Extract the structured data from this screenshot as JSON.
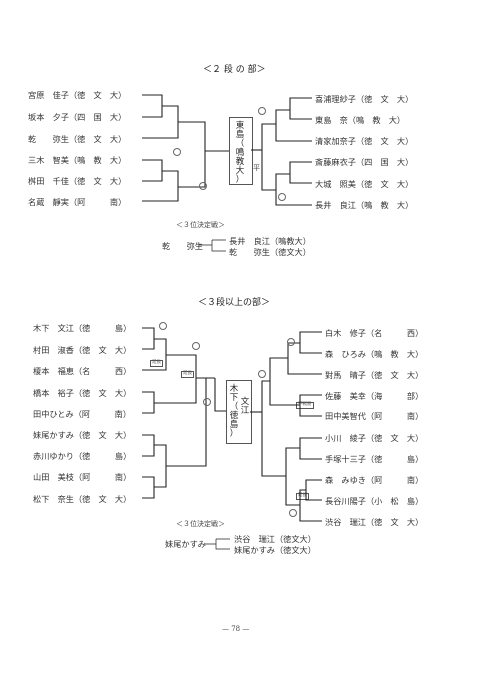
{
  "section_2dan": {
    "title": "＜２ 段 の 部＞",
    "left": [
      "宮原　佳子（徳　文　大）",
      "坂本　夕子（四　国　大）",
      "乾　　弥生（徳　文　大）",
      "三木　智美（鳴　教　大）",
      "桝田　千佳（徳　文　大）",
      "名蔵　靜実（阿　　　南）"
    ],
    "right": [
      "喜浦理紗子（徳　文　大）",
      "東島　奈（鳴　教　大）",
      "清家加奈子（徳　文　大）",
      "斎藤麻衣子（四　国　大）",
      "大城　照美（徳　文　大）",
      "長井　良江（鳴　教　大）"
    ],
    "champion": [
      "東",
      "島",
      "（",
      "鳴",
      "教",
      "大",
      "）"
    ],
    "champion_extra": "平",
    "third_place": {
      "label": "＜３位決定戦＞",
      "left_name": "乾　　弥生",
      "right_line1": "長井　良江（鳴教大）",
      "right_line2": "乾　　弥生（徳文大）"
    }
  },
  "section_3dan": {
    "title": "＜３段以上の部＞",
    "left": [
      "木下　文江（徳　　　島）",
      "村田　淑香（徳　文　大）",
      "榎本　福恵（名　　　西）",
      "橋本　裕子（徳　文　大）",
      "田中ひとみ（阿　　　南）",
      "妹尾かすみ（徳　文　大）",
      "赤川ゆかり（徳　　　島）",
      "山田　美枝（阿　　　南）",
      "松下　奈生（徳　文　大）"
    ],
    "right": [
      "白木　修子（名　　　西）",
      "森　ひろみ（鳴　教　大）",
      "對馬　晴子（徳　文　大）",
      "佐藤　美幸（海　　　部）",
      "田中美智代（阿　　　南）",
      "小川　綾子（徳　文　大）",
      "手塚十三子（徳　　　島）",
      "森　みゆき（阿　　　南）",
      "長谷川陽子（小　松　島）",
      "渋谷　瑞江（徳　文　大）"
    ],
    "champion_left": [
      "木",
      "下",
      "（",
      "徳",
      "島",
      "）"
    ],
    "champion_right": [
      "文",
      "江"
    ],
    "annotations": {
      "left_small_1": "延長",
      "left_small_2": "延長",
      "right_small_1": "不戦勝",
      "right_small_2": "延長"
    },
    "third_place": {
      "label": "＜３位決定戦＞",
      "left_name": "妹尾かすみ",
      "right_line1": "渋谷　瑞江（徳文大）",
      "right_line2": "妹尾かすみ（徳文大）"
    }
  },
  "page_number": "— 78 —"
}
